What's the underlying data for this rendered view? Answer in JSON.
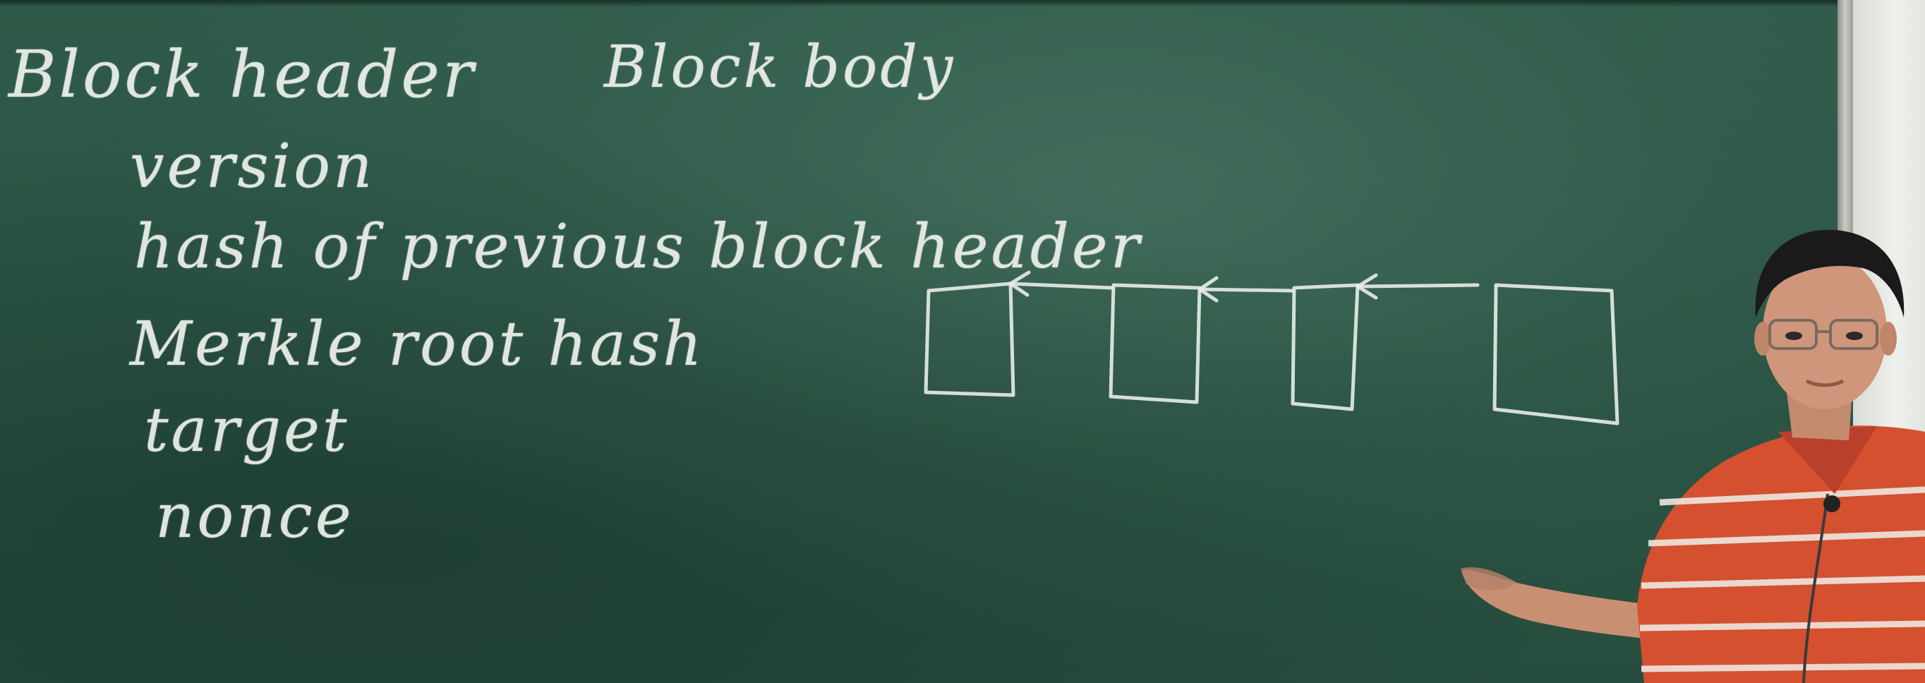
{
  "board": {
    "heading_left": "Block header",
    "heading_right": "Block body",
    "header_fields": [
      "version",
      "hash of previous block header",
      "Merkle root hash",
      "target",
      "nonce"
    ]
  },
  "diagram": {
    "block_count": 4,
    "arrow_direction": "right-to-left"
  },
  "colors": {
    "chalkboard": "#2b5444",
    "chalk": "#eef1ec",
    "shirt": "#d8502e"
  }
}
